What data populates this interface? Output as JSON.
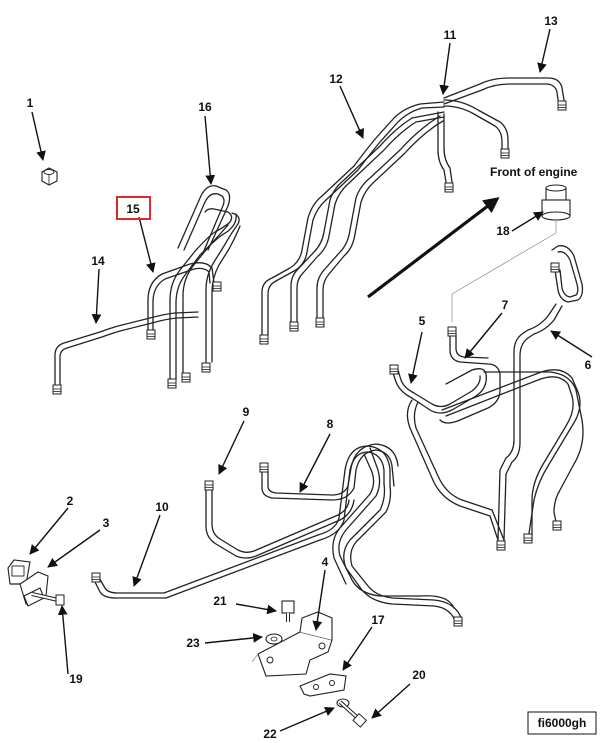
{
  "diagram": {
    "figure_ref": "fi6000gh",
    "direction_note": "Front of engine",
    "highlight_color": "#e0282a",
    "highlighted_callout": "15",
    "callouts": {
      "c1": "1",
      "c2": "2",
      "c3": "3",
      "c4": "4",
      "c5": "5",
      "c6": "6",
      "c7": "7",
      "c8": "8",
      "c9": "9",
      "c10": "10",
      "c11": "11",
      "c12": "12",
      "c13": "13",
      "c14": "14",
      "c15": "15",
      "c16": "16",
      "c17": "17",
      "c18": "18",
      "c19": "19",
      "c20": "20",
      "c21": "21",
      "c22": "22",
      "c23": "23"
    }
  }
}
